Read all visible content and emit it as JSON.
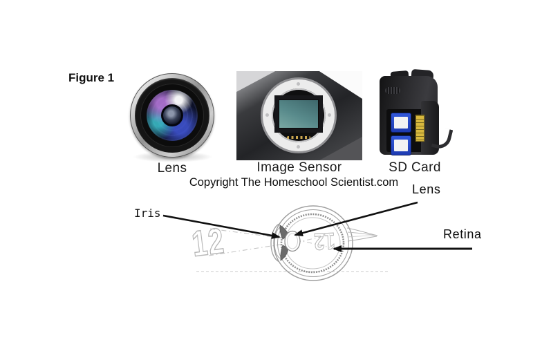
{
  "figure": {
    "label": "Figure 1"
  },
  "copyright_text": "Copyright The Homeschool Scientist.com",
  "camera_parts": [
    {
      "id": "lens",
      "label": "Lens"
    },
    {
      "id": "image-sensor",
      "label": "Image Sensor"
    },
    {
      "id": "sd-card",
      "label": "SD Card"
    }
  ],
  "eye_diagram": {
    "labels": {
      "iris": "Iris",
      "lens": "Lens",
      "retina": "Retina"
    },
    "viewed_object_text": "12",
    "retinal_image_text": "12",
    "retinal_image_inverted": true
  },
  "colors": {
    "background": "#ffffff",
    "text_and_arrows": "#111111",
    "sketch_lines": "#a6a6a6",
    "sensor_teal": "#588a8b",
    "sd_card_blue": "#2b4fd4",
    "sticker_yellow": "#d8b83e"
  }
}
